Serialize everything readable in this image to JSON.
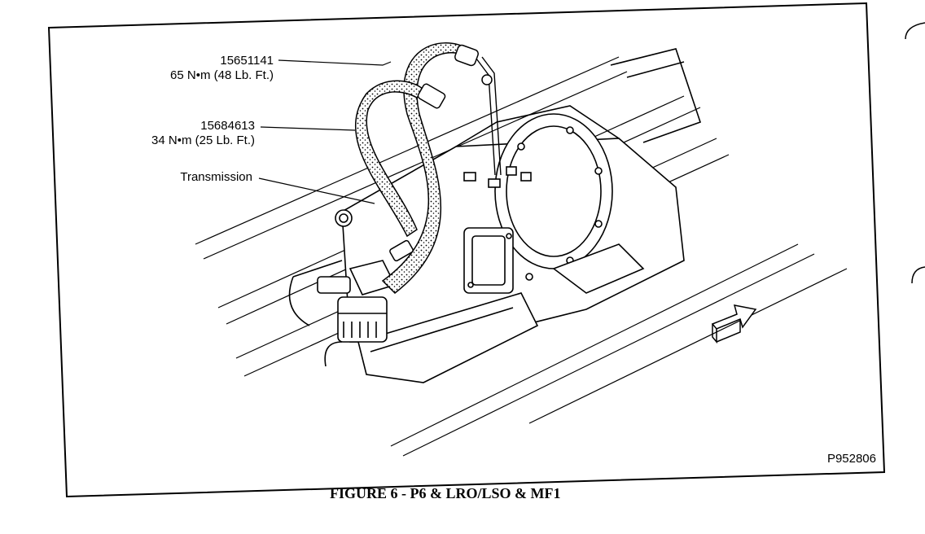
{
  "callouts": {
    "cooler_line_1": {
      "part_number": "15651141",
      "torque": "65 N•m (48 Lb. Ft.)"
    },
    "cooler_line_2": {
      "part_number": "15684613",
      "torque": "34 N•m (25 Lb. Ft.)"
    },
    "transmission": {
      "label": "Transmission"
    }
  },
  "figure": {
    "code": "P952806",
    "caption": "FIGURE 6 - P6 & LRO/LSO & MF1"
  },
  "icons": {
    "direction_arrow": "forward-arrow-icon"
  }
}
